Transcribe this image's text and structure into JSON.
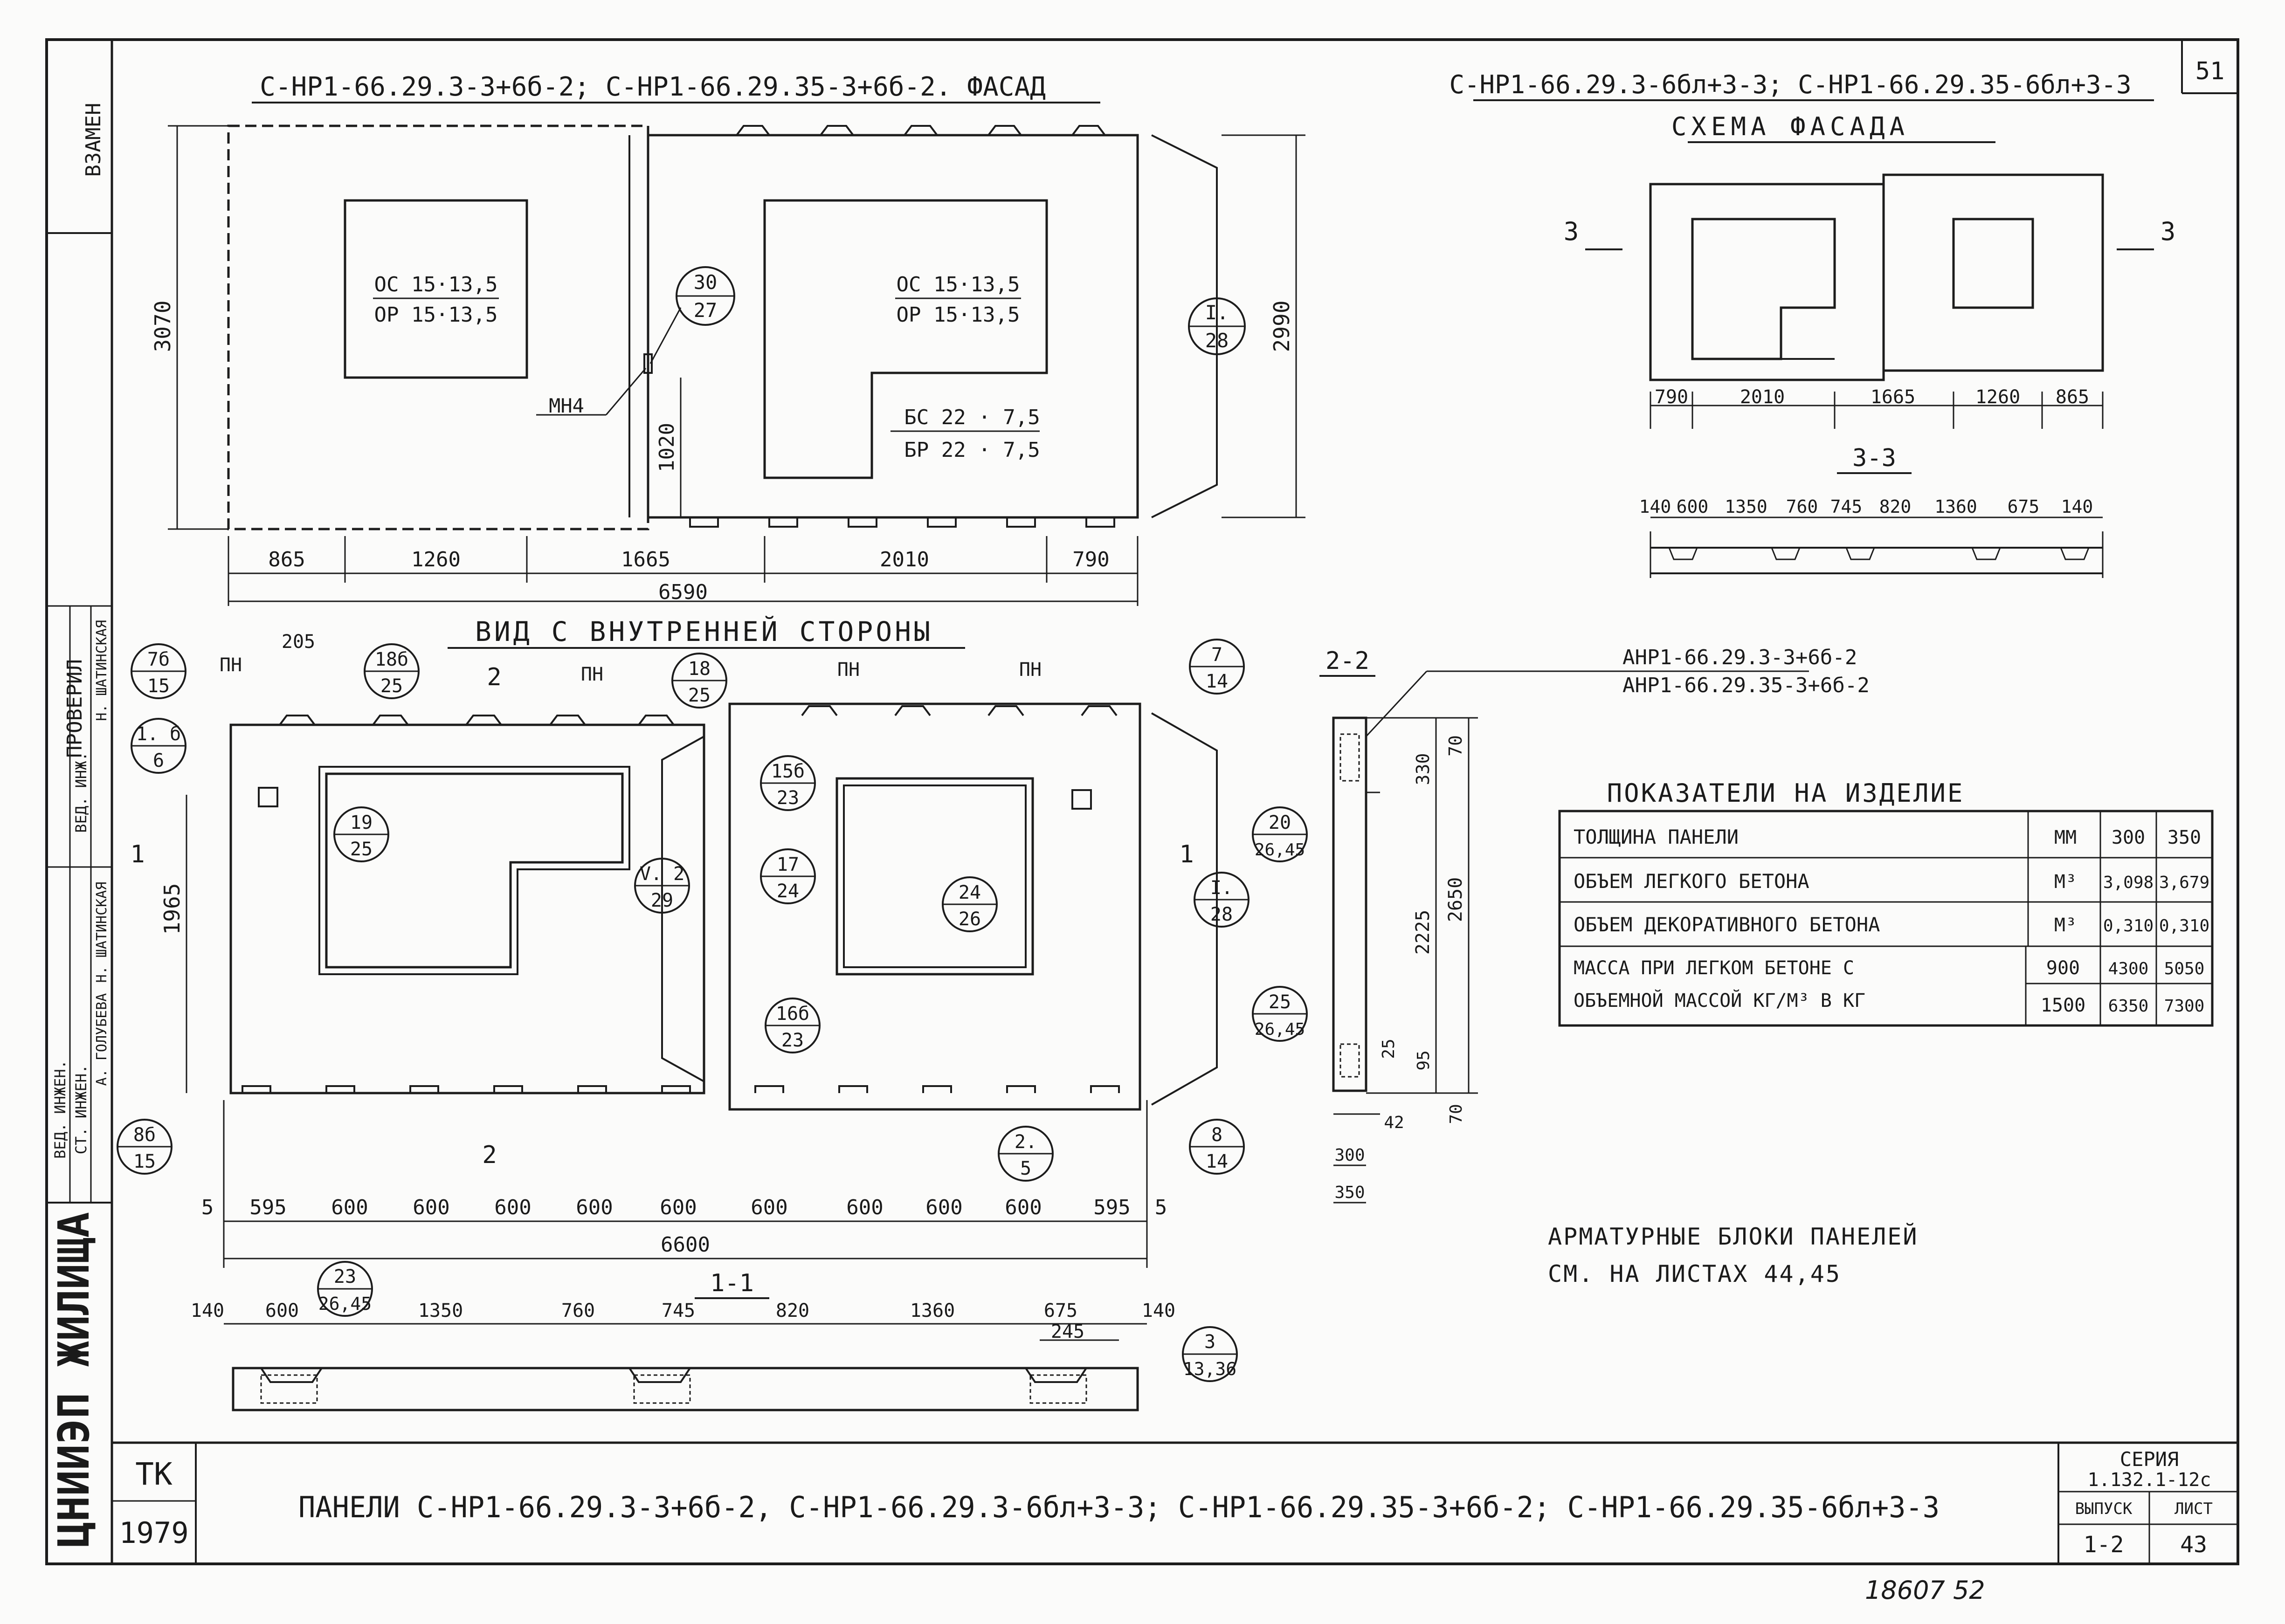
{
  "sheet_number": "51",
  "facade_title": "С-НР1-66.29.3-3+6б-2; С-НР1-66.29.35-3+6б-2. ФАСАД",
  "scheme_title_1": "С-НР1-66.29.3-6бл+3-3; С-НР1-66.29.35-6бл+3-3",
  "scheme_title_2": "СХЕМА ФАСАДА",
  "interior_title": "ВИД С ВНУТРЕННЕЙ СТОРОНЫ",
  "section_2_2": "2-2",
  "section_3_3": "3-3",
  "section_1_1": "1-1",
  "anr_1": "АНР1-66.29.3-3+6б-2",
  "anr_2": "АНР1-66.29.35-3+6б-2",
  "facade": {
    "window_left_1": "ОС 15·13,5",
    "window_left_2": "ОР 15·13,5",
    "window_right_1": "ОС 15·13,5",
    "window_right_2": "ОР 15·13,5",
    "door_1": "БС 22 · 7,5",
    "door_2": "БР 22 · 7,5",
    "mn4": "МН4",
    "height_left": "3070",
    "height_right": "2990",
    "height_mid": "1020",
    "dims": [
      "865",
      "1260",
      "1665",
      "2010",
      "790"
    ],
    "total": "6590",
    "callout_30": "30",
    "callout_27": "27",
    "callout_I": "I.",
    "callout_28": "28"
  },
  "scheme": {
    "marker": "3",
    "dims": [
      "790",
      "2010",
      "1665",
      "1260",
      "865"
    ],
    "section_dims": [
      "140",
      "600",
      "1350",
      "760",
      "745",
      "820",
      "1360",
      "675",
      "140"
    ]
  },
  "interior": {
    "dims": [
      "5",
      "595",
      "600",
      "600",
      "600",
      "600",
      "600",
      "600",
      "600",
      "600",
      "600",
      "595",
      "5"
    ],
    "total": "6600",
    "height": "1965",
    "pn": "ПН",
    "d205": "205",
    "marker_2": "2",
    "marker_1": "1",
    "c_7b": "7б",
    "c_15a": "15",
    "c_1b": "1. б",
    "c_6": "6",
    "c_18b": "18б",
    "c_25a": "25",
    "c_18": "18",
    "c_25b": "25",
    "c_7": "7",
    "c_14a": "14",
    "c_19": "19",
    "c_25c": "25",
    "c_v2": "V. 2",
    "c_29": "29",
    "c_15b": "15б",
    "c_23a": "23",
    "c_17": "17",
    "c_24": "24",
    "c_24b": "24",
    "c_26": "26",
    "c_16b": "16б",
    "c_23b": "23",
    "c_I": "I.",
    "c_28": "28",
    "c_8b": "8б",
    "c_15c": "15",
    "c_2": "2.",
    "c_5": "5",
    "c_8": "8",
    "c_14b": "14"
  },
  "section_1_1_data": {
    "dims": [
      "140",
      "600",
      "1350",
      "760",
      "745",
      "820",
      "1360",
      "675",
      "140"
    ],
    "d245": "245",
    "c_23": "23",
    "c_2645": "26,45",
    "c_3": "3",
    "c_1336": "13,36"
  },
  "section_2_2_data": {
    "d70a": "70",
    "d330": "330",
    "d2225": "2225",
    "d2650": "2650",
    "d95": "95",
    "d25": "25",
    "d70b": "70",
    "d42": "42",
    "d300": "300",
    "d350": "350",
    "c_20": "20",
    "c_2645a": "26,45",
    "c_25": "25",
    "c_2645b": "26,45"
  },
  "table": {
    "title": "ПОКАЗАТЕЛИ НА ИЗДЕЛИЕ",
    "rows": [
      {
        "label": "ТОЛЩИНА ПАНЕЛИ",
        "unit": "ММ",
        "a": "300",
        "b": "350"
      },
      {
        "label": "ОБЪЕМ ЛЕГКОГО БЕТОНА",
        "unit": "М³",
        "a": "3,098",
        "b": "3,679"
      },
      {
        "label": "ОБЪЕМ ДЕКОРАТИВНОГО БЕТОНА",
        "unit": "М³",
        "a": "0,310",
        "b": "0,310"
      }
    ],
    "mass_label_1": "МАССА ПРИ ЛЕГКОМ БЕТОНЕ С",
    "mass_label_2": "ОБЪЕМНОЙ МАССОЙ КГ/М³ В КГ",
    "mass_rows": [
      {
        "density": "900",
        "a": "4300",
        "b": "5050"
      },
      {
        "density": "1500",
        "a": "6350",
        "b": "7300"
      }
    ]
  },
  "note_1": "АРМАТУРНЫЕ БЛОКИ ПАНЕЛЕЙ",
  "note_2": "СМ. НА ЛИСТАХ 44,45",
  "side": {
    "vzamen": "ВЗАМЕН",
    "proveril": "ПРОВЕРИЛ",
    "ved_inzh": "ВЕД. ИНЖЕН.",
    "st_inzh": "СТ. ИНЖЕН.",
    "ved_inzh2": "ВЕД. ИНЖ.",
    "name_1": "Н. ШАТИНСКАЯ",
    "name_2": "Н. ШАТИНСКАЯ",
    "name_3": "А. ГОЛУБЕВА",
    "org": "ЦНИИЭП ЖИЛИЩА"
  },
  "title_block": {
    "tk": "ТК",
    "year": "1979",
    "title": "ПАНЕЛИ С-НР1-66.29.3-3+6б-2, С-НР1-66.29.3-6бл+3-3; С-НР1-66.29.35-3+6б-2; С-НР1-66.29.35-6бл+3-3",
    "seria_label": "СЕРИЯ",
    "seria": "1.132.1-12с",
    "vypusk_label": "ВЫПУСК",
    "list_label": "ЛИСТ",
    "vypusk": "1-2",
    "list": "43"
  },
  "bottom_note": "18607 52"
}
